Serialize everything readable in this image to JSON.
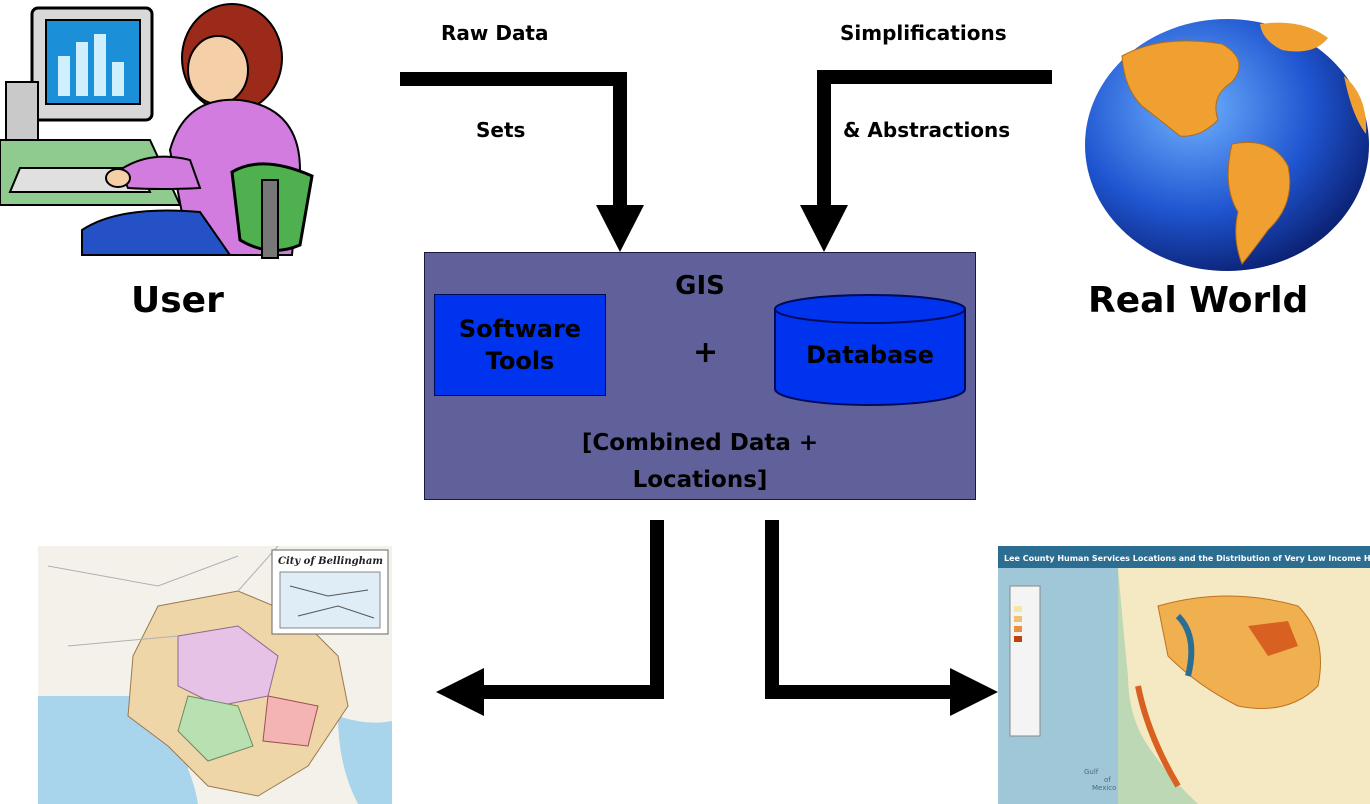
{
  "labels": {
    "raw_data": "Raw Data",
    "sets": "Sets",
    "simplifications": "Simplifications",
    "abstractions": "& Abstractions",
    "user": "User",
    "real_world": "Real World"
  },
  "gis": {
    "title": "GIS",
    "software_line1": "Software",
    "software_line2": "Tools",
    "plus": "+",
    "database": "Database",
    "combined_line1": "[Combined Data +",
    "combined_line2": "Locations]"
  },
  "maps": {
    "left_title": "City of Bellingham",
    "right_title": "Lee County Human Services Locations and the Distribution of Very Low Income Households",
    "right_water_label_1": "Gulf",
    "right_water_label_2": "of",
    "right_water_label_3": "Mexico"
  },
  "colors": {
    "gis_box": "#60619a",
    "inner_blue": "#0033ee",
    "arrow": "#000000"
  }
}
